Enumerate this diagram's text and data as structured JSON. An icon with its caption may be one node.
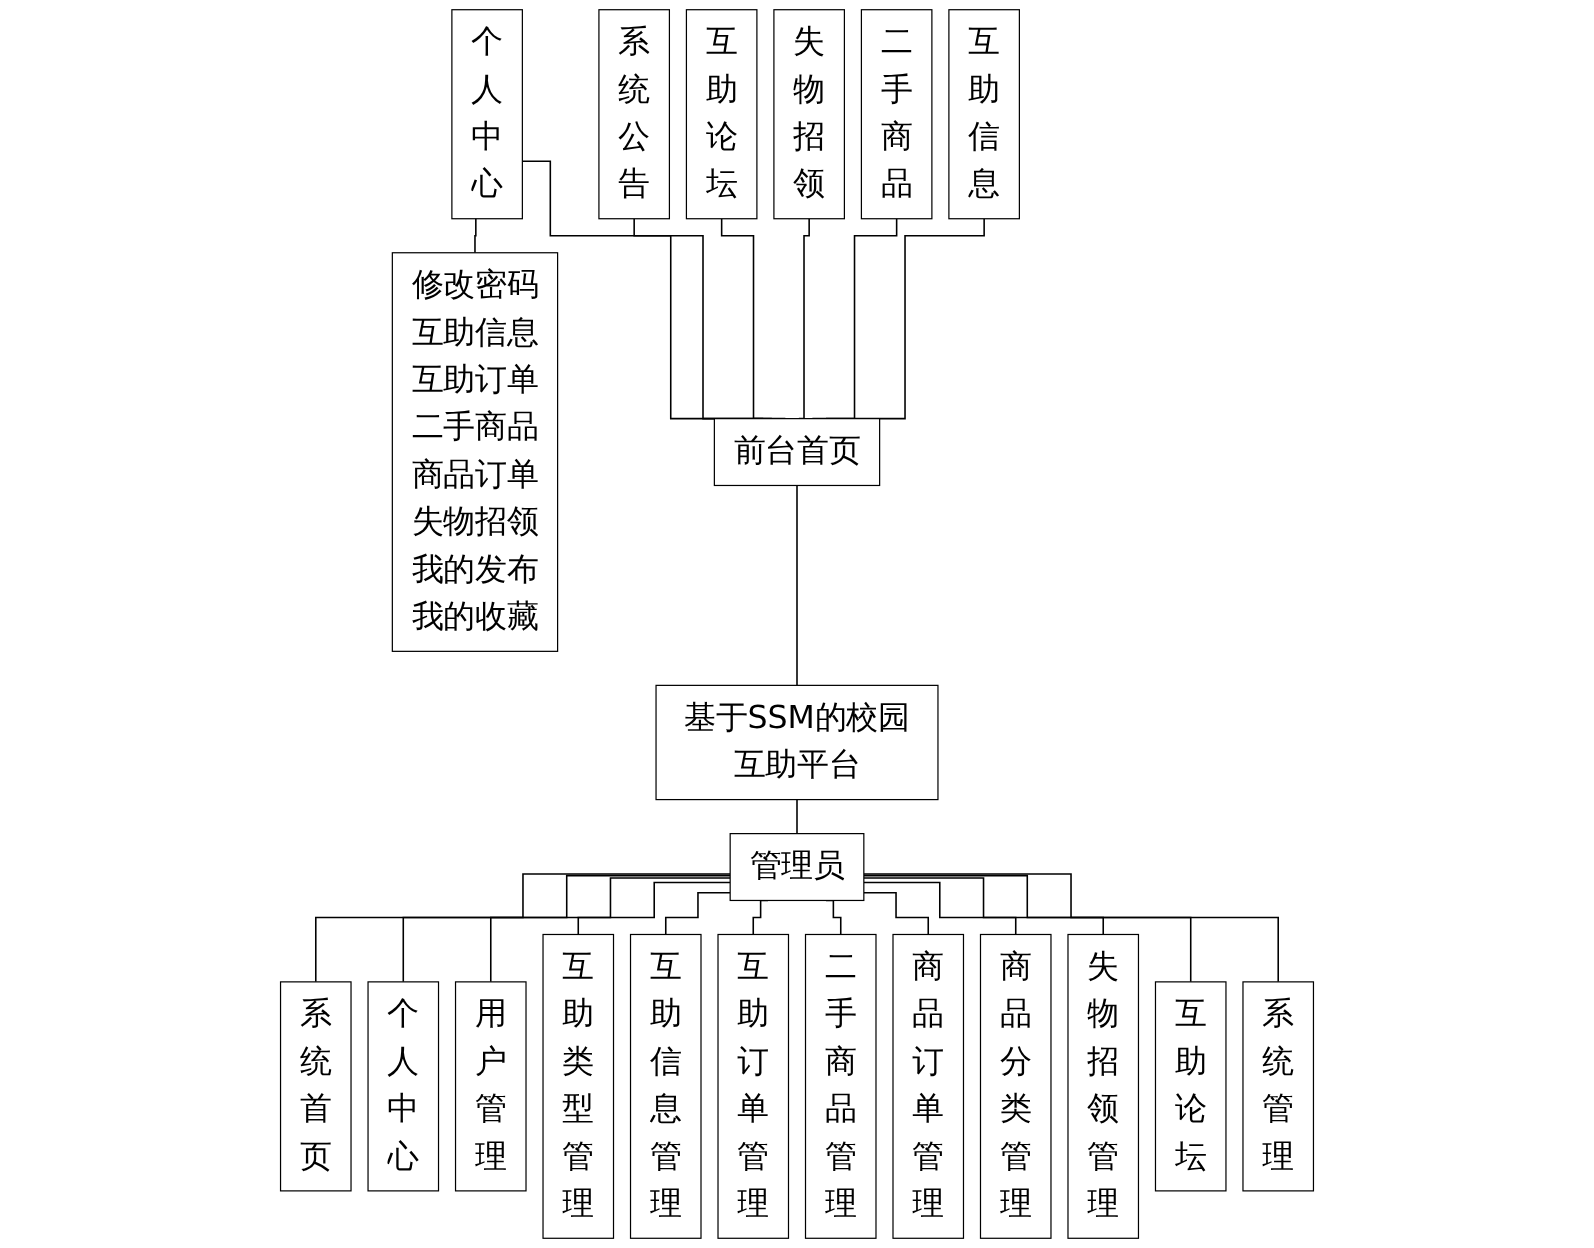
{
  "diagram": {
    "nodes": [
      {
        "text": [
          "互助信息"
        ]
      },
      {
        "text": [
          "二手商品"
        ]
      },
      {
        "text": [
          "失物招领"
        ]
      },
      {
        "text": [
          "互助论坛"
        ]
      },
      {
        "text": [
          "系统公告"
        ]
      },
      {
        "text": [
          "个人中心"
        ]
      },
      {
        "text": [
          "修改密码",
          "互助信息",
          "互助订单",
          "二手商品",
          "商品订单",
          "失物招领",
          "我的发布",
          "我的收藏"
        ]
      },
      {
        "text": [
          "前台首页"
        ]
      },
      {
        "text": [
          "基于SSM的校园互助平台"
        ]
      },
      {
        "text": [
          "管理员"
        ]
      },
      {
        "text": [
          "系统首页"
        ]
      },
      {
        "text": [
          "个人中心"
        ]
      },
      {
        "text": [
          "用户管理"
        ]
      },
      {
        "text": [
          "互助类型管理"
        ]
      },
      {
        "text": [
          "互助信息管理"
        ]
      },
      {
        "text": [
          "互助订单管理"
        ]
      },
      {
        "text": [
          "二手商品管理"
        ]
      },
      {
        "text": [
          "商品订单管理"
        ]
      },
      {
        "text": [
          "商品分类管理"
        ]
      },
      {
        "text": [
          "失物招领管理"
        ]
      },
      {
        "text": [
          "互助论坛"
        ]
      },
      {
        "text": [
          "系统管理"
        ]
      }
    ],
    "edges": [
      {
        "from": 0,
        "to": 7,
        "arrow": "none"
      },
      {
        "from": 1,
        "to": 7,
        "arrow": "none"
      },
      {
        "from": 2,
        "to": 7,
        "arrow": "none"
      },
      {
        "from": 3,
        "to": 7,
        "arrow": "none"
      },
      {
        "from": 4,
        "to": 7,
        "arrow": "none"
      },
      {
        "from": 5,
        "to": 7,
        "arrow": "none"
      },
      {
        "from": 5,
        "to": 6,
        "arrow": "none"
      },
      {
        "from": 7,
        "to": 8,
        "arrow": "none"
      },
      {
        "from": 8,
        "to": 9,
        "arrow": "none"
      },
      {
        "from": 9,
        "to": 10,
        "arrow": "none"
      },
      {
        "from": 9,
        "to": 11,
        "arrow": "none"
      },
      {
        "from": 9,
        "to": 12,
        "arrow": "none"
      },
      {
        "from": 9,
        "to": 13,
        "arrow": "none"
      },
      {
        "from": 9,
        "to": 14,
        "arrow": "none"
      },
      {
        "from": 9,
        "to": 15,
        "arrow": "none"
      },
      {
        "from": 9,
        "to": 16,
        "arrow": "none"
      },
      {
        "from": 9,
        "to": 17,
        "arrow": "none"
      },
      {
        "from": 9,
        "to": 18,
        "arrow": "none"
      },
      {
        "from": 9,
        "to": 19,
        "arrow": "none"
      },
      {
        "from": 9,
        "to": 20,
        "arrow": "none"
      },
      {
        "from": 9,
        "to": 21,
        "arrow": "none"
      }
    ]
  }
}
